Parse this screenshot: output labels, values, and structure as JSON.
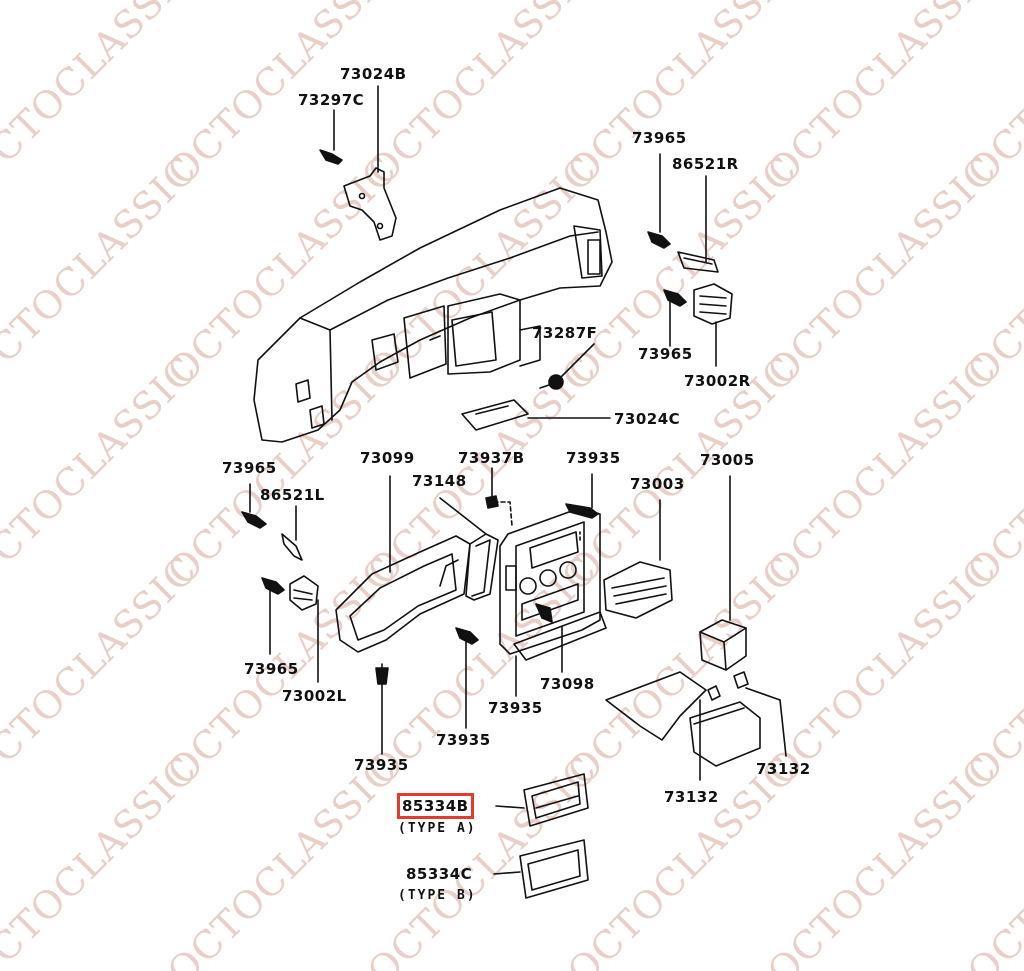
{
  "watermark": "OCTOCLASSIC",
  "highlight_color": "#e43b2c",
  "part_labels": {
    "p73024B": "73024B",
    "p73297C": "73297C",
    "p73965_a": "73965",
    "p86521R": "86521R",
    "p73965_b": "73965",
    "p73002R": "73002R",
    "p73287F": "73287F",
    "p73024C": "73024C",
    "p73965_c": "73965",
    "p86521L": "86521L",
    "p73965_d": "73965",
    "p73002L": "73002L",
    "p73099": "73099",
    "p73148": "73148",
    "p73937B": "73937B",
    "p73935_a": "73935",
    "p73003": "73003",
    "p73005": "73005",
    "p73098": "73098",
    "p73935_b": "73935",
    "p73935_c": "73935",
    "p73935_d": "73935",
    "p73132_a": "73132",
    "p73132_b": "73132",
    "p85334B": "85334B",
    "type_a": "(TYPE A)",
    "p85334C": "85334C",
    "type_b": "(TYPE B)"
  }
}
